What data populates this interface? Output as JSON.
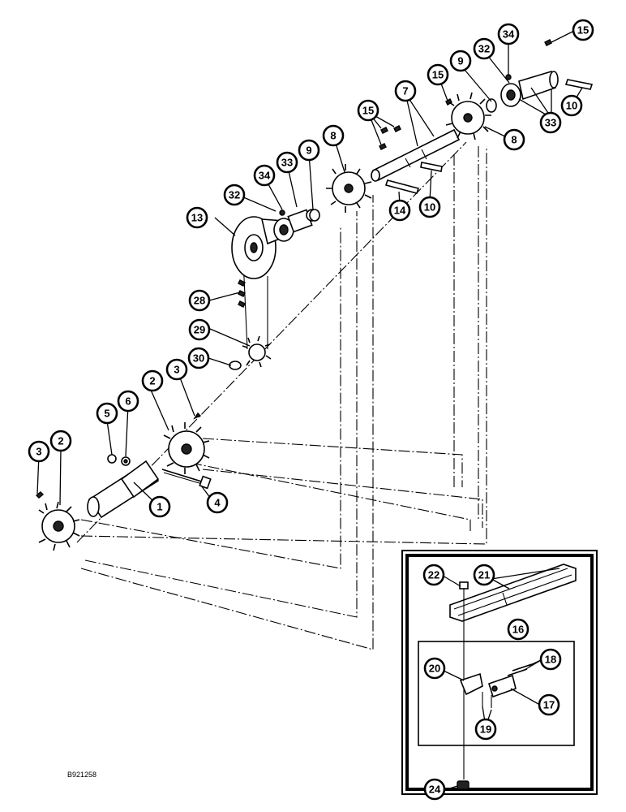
{
  "drawing_id": "B921258",
  "callouts": {
    "c1": "1",
    "c2a": "2",
    "c2b": "2",
    "c3a": "3",
    "c3b": "3",
    "c4": "4",
    "c5": "5",
    "c6": "6",
    "c7": "7",
    "c8a": "8",
    "c8b": "8",
    "c9a": "9",
    "c9b": "9",
    "c10a": "10",
    "c10b": "10",
    "c13": "13",
    "c14": "14",
    "c15a": "15",
    "c15b": "15",
    "c15c": "15",
    "c32a": "32",
    "c32b": "32",
    "c33a": "33",
    "c33b": "33",
    "c34a": "34",
    "c34b": "34",
    "c28": "28",
    "c29": "29",
    "c30": "30",
    "c16": "16",
    "c17": "17",
    "c18": "18",
    "c19": "19",
    "c20": "20",
    "c21": "21",
    "c22": "22",
    "c24": "24"
  },
  "colors": {
    "line": "#000000",
    "background": "#ffffff"
  }
}
